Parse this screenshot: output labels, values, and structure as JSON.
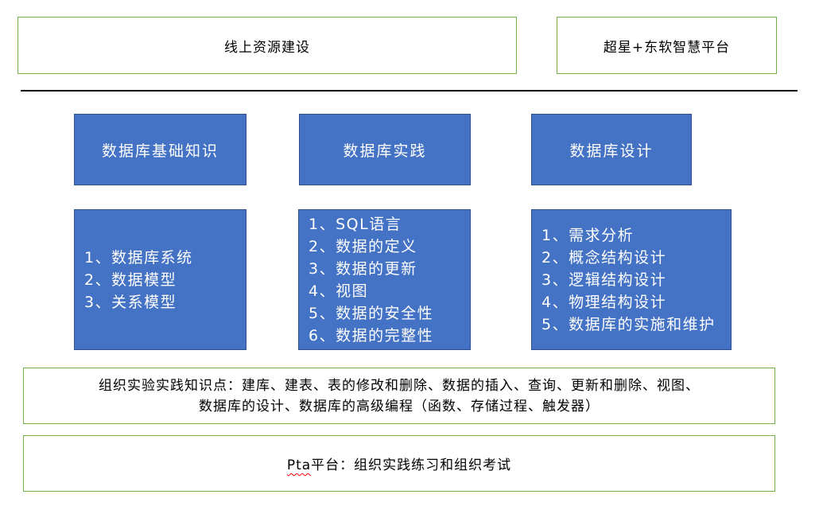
{
  "colors": {
    "blue_fill": "#4472C4",
    "blue_border": "#2F528F",
    "green_border": "#70AD47",
    "text_on_blue": "#FFFFFF",
    "text_dark": "#000000",
    "divider": "#000000",
    "spellcheck_squiggle": "#FF0000"
  },
  "top": {
    "left_box": "线上资源建设",
    "right_box": "超星+东软智慧平台"
  },
  "columns": [
    {
      "header": "数据库基础知识",
      "items": [
        "1、数据库系统",
        "2、数据模型",
        "3、关系模型"
      ]
    },
    {
      "header": "数据库实践",
      "items": [
        "1、SQL语言",
        "2、数据的定义",
        "3、数据的更新",
        "4、视图",
        "5、数据的安全性",
        "6、数据的完整性"
      ]
    },
    {
      "header": "数据库设计",
      "items": [
        "1、需求分析",
        "2、概念结构设计",
        "3、逻辑结构设计",
        "4、物理结构设计",
        "5、数据库的实施和维护"
      ]
    }
  ],
  "practice_box": {
    "line1": "组织实验实践知识点：建库、建表、表的修改和删除、数据的插入、查询、更新和删除、视图、",
    "line2": "数据库的设计、数据库的高级编程（函数、存储过程、触发器）"
  },
  "pta_box": {
    "prefix": "Pta",
    "suffix": "平台：组织实践练习和组织考试"
  }
}
